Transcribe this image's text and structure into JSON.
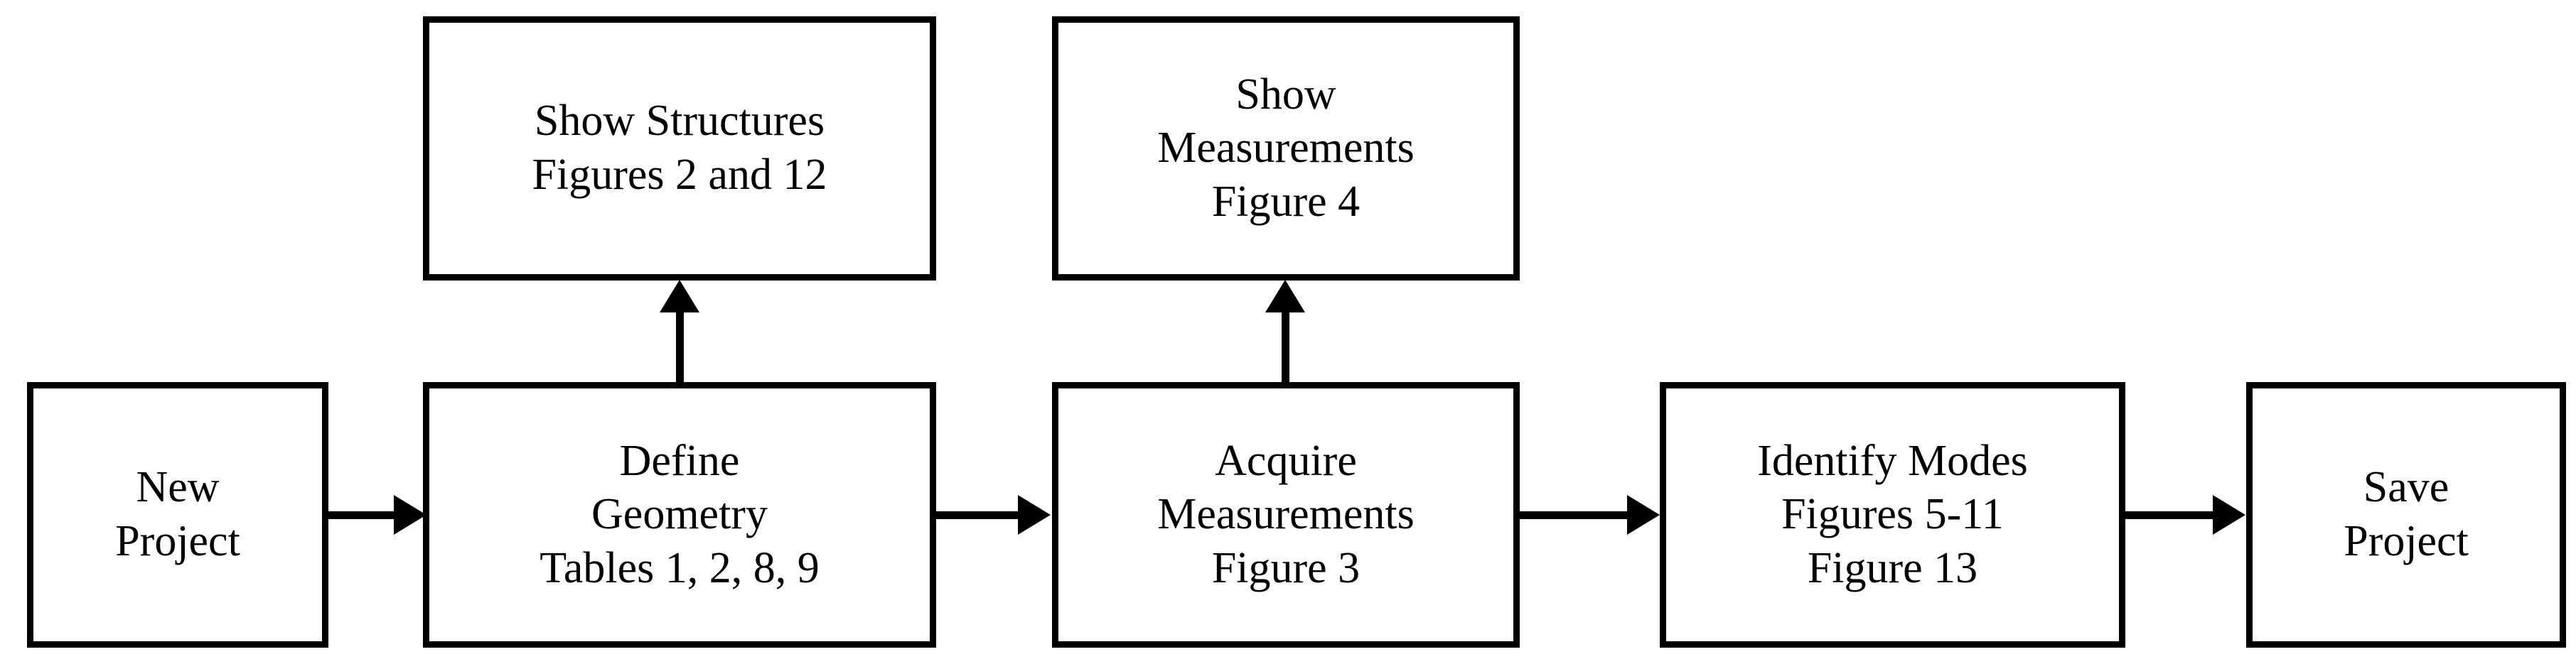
{
  "diagram": {
    "type": "flowchart",
    "orientation": "left-to-right",
    "background_color": "#ffffff",
    "stroke_color": "#000000",
    "nodes": [
      {
        "id": "new-project",
        "lines": [
          "New",
          "Project"
        ]
      },
      {
        "id": "define-geometry",
        "lines": [
          "Define",
          "Geometry",
          "Tables 1, 2, 8, 9"
        ]
      },
      {
        "id": "show-structures",
        "lines": [
          "Show Structures",
          "Figures 2 and 12"
        ]
      },
      {
        "id": "acquire-measurements",
        "lines": [
          "Acquire",
          "Measurements",
          "Figure 3"
        ]
      },
      {
        "id": "show-measurements",
        "lines": [
          "Show",
          "Measurements",
          "Figure 4"
        ]
      },
      {
        "id": "identify-modes",
        "lines": [
          "Identify Modes",
          "Figures 5-11",
          "Figure 13"
        ]
      },
      {
        "id": "save-project",
        "lines": [
          "Save",
          "Project"
        ]
      }
    ],
    "edges": [
      {
        "id": "edge1",
        "from": "new-project",
        "to": "define-geometry",
        "direction": "right"
      },
      {
        "id": "edge2",
        "from": "define-geometry",
        "to": "acquire-measurements",
        "direction": "right"
      },
      {
        "id": "edge3",
        "from": "acquire-measurements",
        "to": "identify-modes",
        "direction": "right"
      },
      {
        "id": "edge4",
        "from": "identify-modes",
        "to": "save-project",
        "direction": "right"
      },
      {
        "id": "edge5",
        "from": "define-geometry",
        "to": "show-structures",
        "direction": "up"
      },
      {
        "id": "edge6",
        "from": "acquire-measurements",
        "to": "show-measurements",
        "direction": "up"
      }
    ]
  }
}
